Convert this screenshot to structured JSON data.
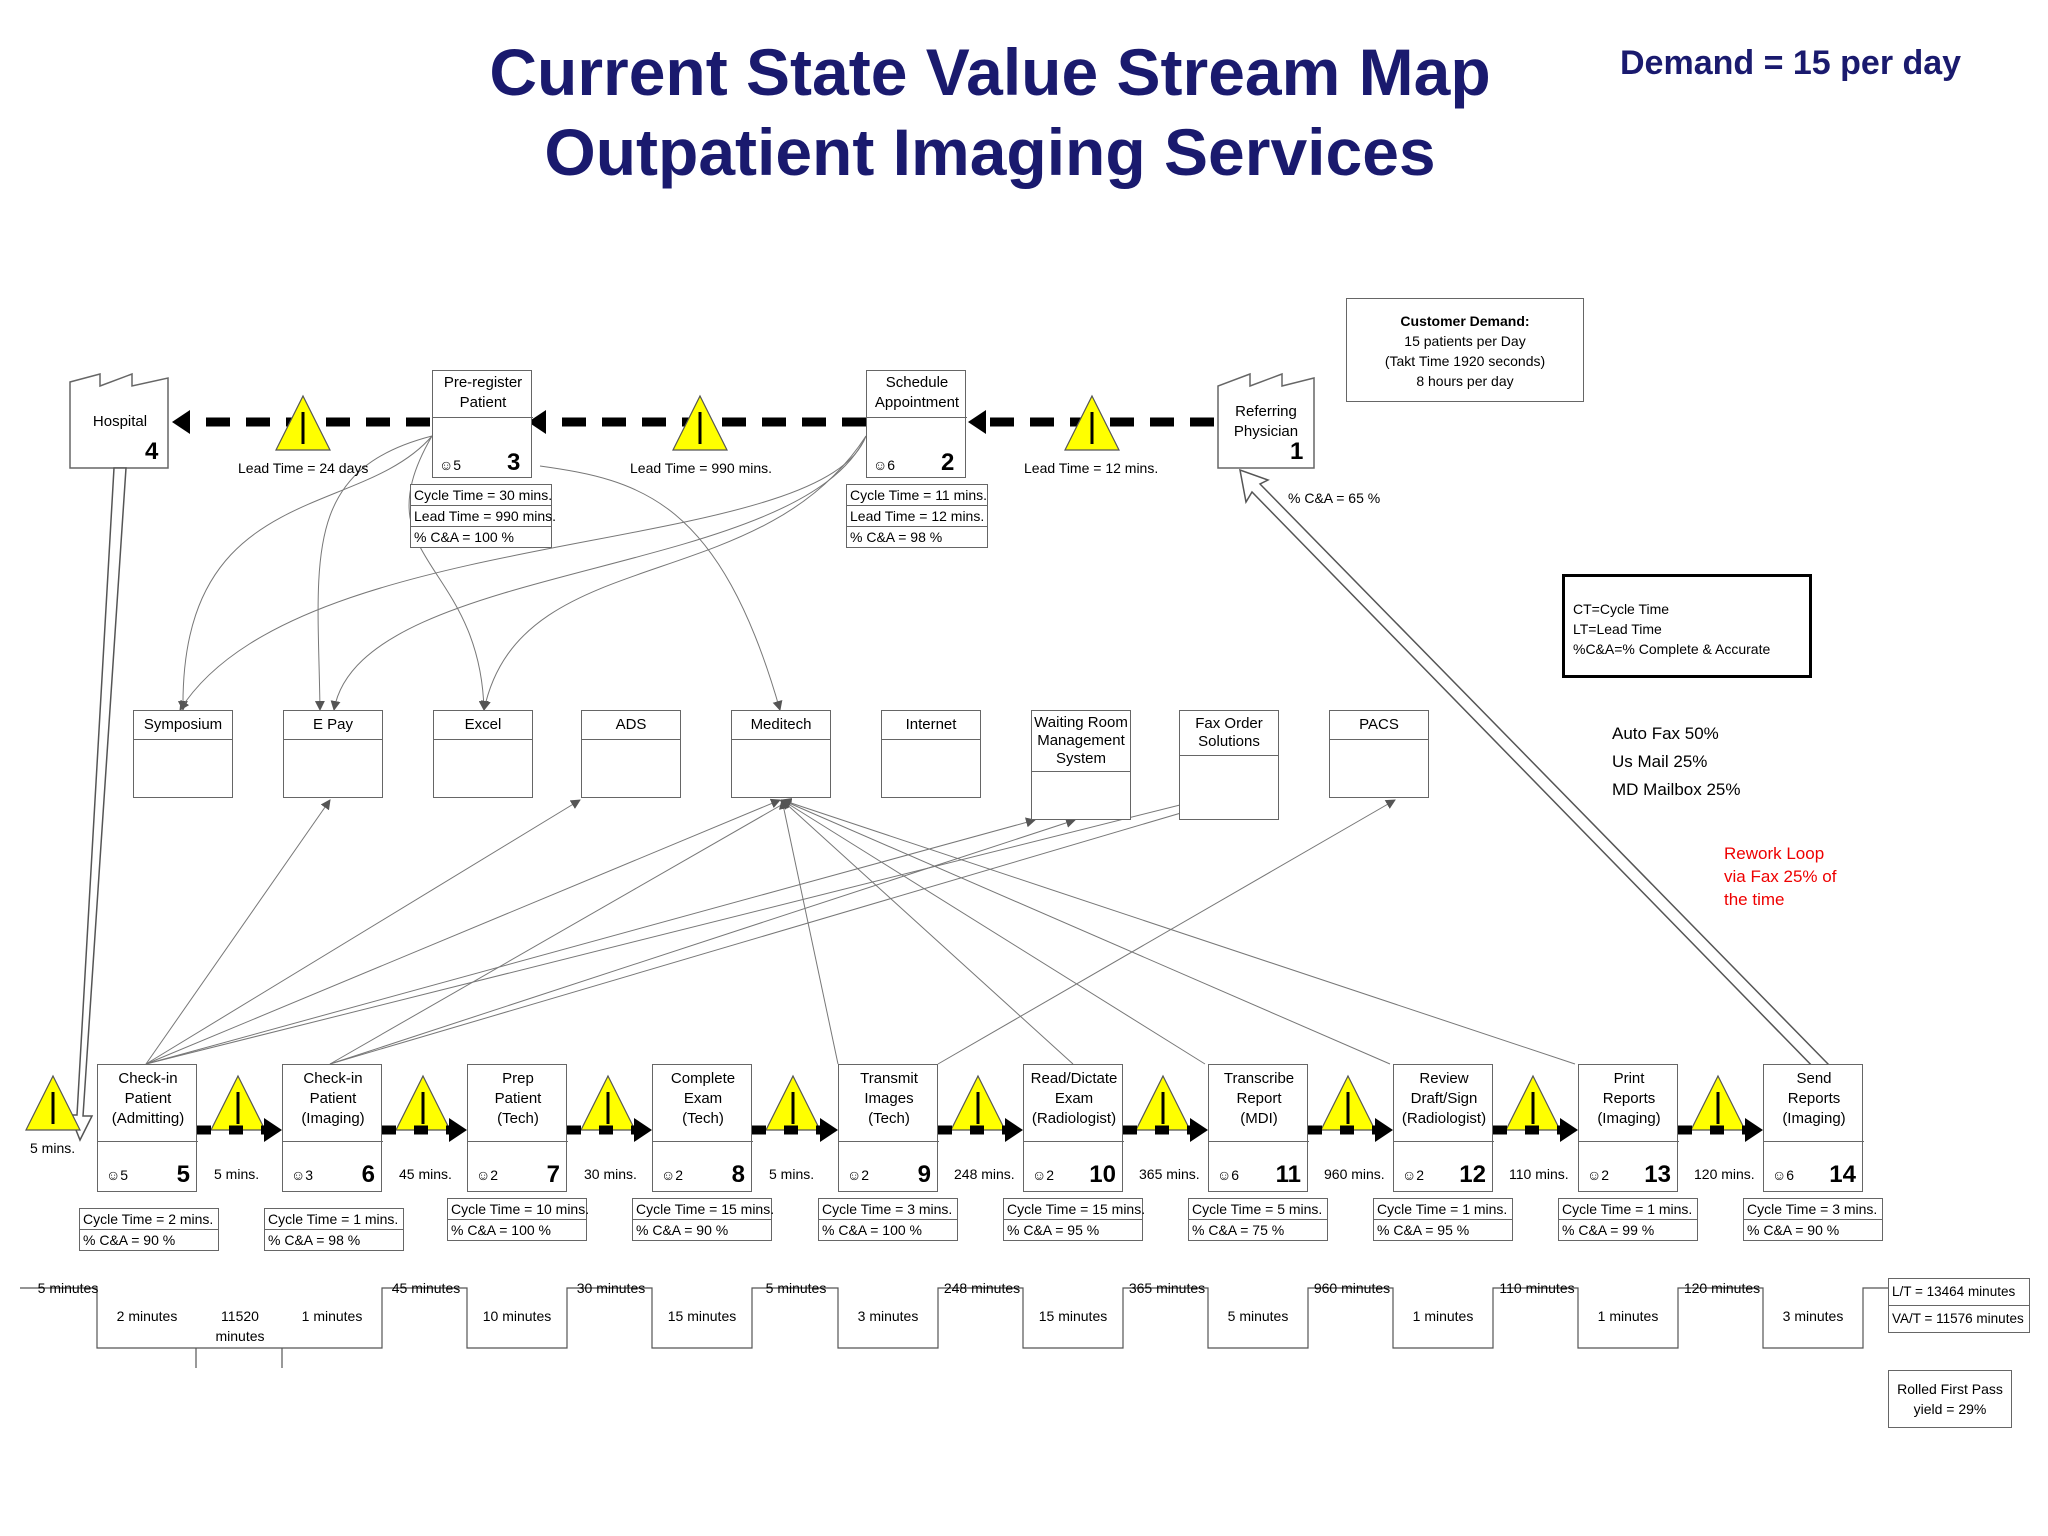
{
  "title_line1": "Current State Value Stream Map",
  "title_line2": "Outpatient Imaging Services",
  "demand": "Demand = 15 per day",
  "customer_demand": {
    "heading": "Customer Demand:",
    "line1": "15 patients per Day",
    "line2": "(Takt Time 1920 seconds)",
    "line3": "8 hours per day"
  },
  "legend": {
    "l1": "CT=Cycle Time",
    "l2": "LT=Lead Time",
    "l3": "%C&A=% Complete & Accurate"
  },
  "fax": {
    "l1": "Auto Fax 50%",
    "l2": "Us Mail 25%",
    "l3": "MD Mailbox 25%"
  },
  "rework": {
    "l1": "Rework Loop",
    "l2": "via Fax 25% of",
    "l3": "the time"
  },
  "top": {
    "hospital": {
      "label": "Hospital",
      "num": "4"
    },
    "physician": {
      "label1": "Referring",
      "label2": "Physician",
      "num": "1"
    },
    "p3": {
      "l1": "Pre-register",
      "l2": "Patient",
      "ops": "5",
      "num": "3",
      "d1": "Cycle Time = 30 mins.",
      "d2": "Lead Time = 990 mins.",
      "d3": "% C&A = 100 %"
    },
    "p2": {
      "l1": "Schedule",
      "l2": "Appointment",
      "ops": "6",
      "num": "2",
      "d1": "Cycle Time = 11 mins.",
      "d2": "Lead Time = 12 mins.",
      "d3": "% C&A = 98 %"
    },
    "lt1": "Lead Time = 24 days",
    "lt2": "Lead Time = 990 mins.",
    "lt3": "Lead Time = 12 mins.",
    "ca": "% C&A = 65 %"
  },
  "systems": [
    {
      "name": "Symposium"
    },
    {
      "name": "E Pay"
    },
    {
      "name": "Excel"
    },
    {
      "name": "ADS"
    },
    {
      "name": "Meditech"
    },
    {
      "name": "Internet"
    },
    {
      "name": "Waiting Room Management System"
    },
    {
      "name": "Fax Order Solutions"
    },
    {
      "name": "PACS"
    }
  ],
  "processes": [
    {
      "l1": "Check-in",
      "l2": "Patient",
      "l3": "(Admitting)",
      "ops": "5",
      "num": "5",
      "d1": "Cycle Time = 2 mins.",
      "d2": "% C&A = 90 %"
    },
    {
      "l1": "Check-in",
      "l2": "Patient",
      "l3": "(Imaging)",
      "ops": "3",
      "num": "6",
      "d1": "Cycle Time = 1 mins.",
      "d2": "% C&A = 98 %"
    },
    {
      "l1": "Prep",
      "l2": "Patient",
      "l3": "(Tech)",
      "ops": "2",
      "num": "7",
      "d1": "Cycle Time = 10 mins.",
      "d2": "% C&A = 100 %"
    },
    {
      "l1": "Complete",
      "l2": "Exam",
      "l3": "(Tech)",
      "ops": "2",
      "num": "8",
      "d1": "Cycle Time = 15 mins.",
      "d2": "% C&A = 90 %"
    },
    {
      "l1": "Transmit",
      "l2": "Images",
      "l3": "(Tech)",
      "ops": "2",
      "num": "9",
      "d1": "Cycle Time = 3 mins.",
      "d2": "% C&A = 100 %"
    },
    {
      "l1": "Read/Dictate",
      "l2": "Exam",
      "l3": "(Radiologist)",
      "ops": "2",
      "num": "10",
      "d1": "Cycle Time = 15 mins.",
      "d2": "% C&A = 95 %"
    },
    {
      "l1": "Transcribe",
      "l2": "Report",
      "l3": "(MDI)",
      "ops": "6",
      "num": "11",
      "d1": "Cycle Time = 5 mins.",
      "d2": "% C&A = 75 %"
    },
    {
      "l1": "Review",
      "l2": "Draft/Sign",
      "l3": "(Radiologist)",
      "ops": "2",
      "num": "12",
      "d1": "Cycle Time = 1 mins.",
      "d2": "% C&A = 95 %"
    },
    {
      "l1": "Print",
      "l2": "Reports",
      "l3": "(Imaging)",
      "ops": "2",
      "num": "13",
      "d1": "Cycle Time = 1 mins.",
      "d2": "% C&A = 99 %"
    },
    {
      "l1": "Send",
      "l2": "Reports",
      "l3": "(Imaging)",
      "ops": "6",
      "num": "14",
      "d1": "Cycle Time = 3 mins.",
      "d2": "% C&A = 90 %"
    }
  ],
  "waits": [
    "5 mins.",
    "5 mins.",
    "45 mins.",
    "30 mins.",
    "5 mins.",
    "248 mins.",
    "365 mins.",
    "960 mins.",
    "110 mins.",
    "120 mins."
  ],
  "timeline": {
    "waits": [
      "5 minutes",
      "45 minutes",
      "30 minutes",
      "5 minutes",
      "248 minutes",
      "365 minutes",
      "960 minutes",
      "110 minutes",
      "120 minutes"
    ],
    "cycles": [
      "2 minutes",
      "1 minutes",
      "10 minutes",
      "15 minutes",
      "3 minutes",
      "15 minutes",
      "5 minutes",
      "1 minutes",
      "1 minutes",
      "3 minutes"
    ],
    "mid1": "11520",
    "mid2": "minutes"
  },
  "summary": {
    "lt": "L/T = 13464 minutes",
    "vat": "VA/T = 11576 minutes",
    "rfp1": "Rolled First Pass",
    "rfp2": "yield = 29%"
  }
}
